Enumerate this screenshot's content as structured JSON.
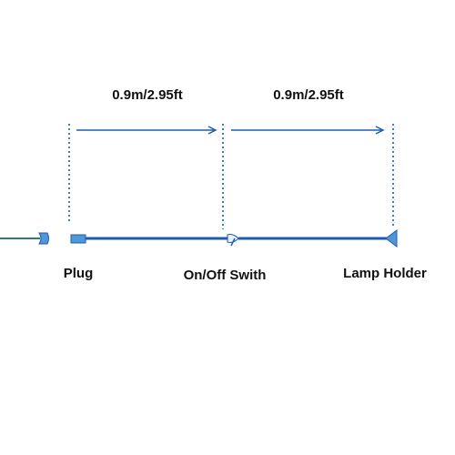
{
  "measurements": {
    "segment_1": "0.9m/2.95ft",
    "segment_2": "0.9m/2.95ft"
  },
  "components": {
    "plug": "Plug",
    "switch": "On/Off Swith",
    "lamp_holder": "Lamp Holder"
  },
  "colors": {
    "cable": "#1d5cad",
    "cable_light": "#4f97d8",
    "arrow": "#1f5fae",
    "guide": "#3c7fc8",
    "text": "#111111"
  }
}
